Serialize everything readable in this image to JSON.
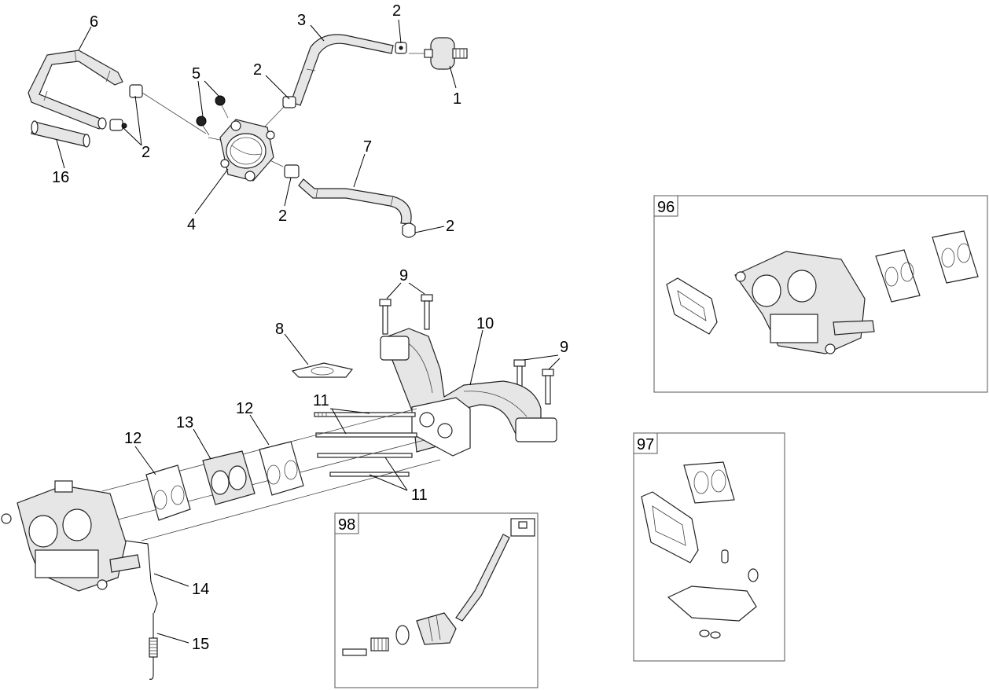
{
  "callouts": {
    "c1": "1",
    "c2a": "2",
    "c2b": "2",
    "c2c": "2",
    "c2d": "2",
    "c2e": "2",
    "c3": "3",
    "c4": "4",
    "c5": "5",
    "c6": "6",
    "c7": "7",
    "c8": "8",
    "c9a": "9",
    "c9b": "9",
    "c10": "10",
    "c11a": "11",
    "c11b": "11",
    "c12a": "12",
    "c12b": "12",
    "c13": "13",
    "c14": "14",
    "c15": "15",
    "c16": "16"
  },
  "kits": {
    "k96": "96",
    "k97": "97",
    "k98": "98"
  }
}
